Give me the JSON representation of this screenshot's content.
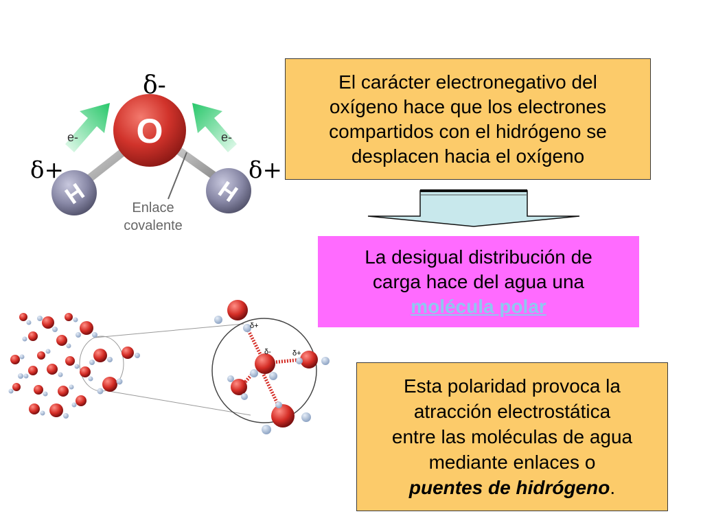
{
  "water_molecule": {
    "oxygen_label": "O",
    "hydrogen_label": "H",
    "delta_minus": "δ-",
    "delta_plus_left": "δ+",
    "delta_plus_right": "δ+",
    "electron_left": "e-",
    "electron_right": "e-",
    "bond_label_line1": "Enlace",
    "bond_label_line2": "covalente"
  },
  "box1": {
    "line1": "El carácter electronegativo del",
    "line2": "oxígeno hace que los electrones",
    "line3": "compartidos con el hidrógeno se",
    "line4": "desplacen hacia el oxígeno"
  },
  "box2": {
    "line1": "La desigual distribución de",
    "line2": "carga hace del agua una",
    "link": "molécula polar"
  },
  "box3": {
    "line1": "Esta polaridad provoca la",
    "line2": "atracción electrostática",
    "line3": "entre las moléculas de agua",
    "line4": "mediante enlaces o",
    "emphasis": "puentes de hidrógeno",
    "period": "."
  },
  "hbond_diagram": {
    "delta_minus": "δ-",
    "delta_plus_a": "δ+",
    "delta_plus_b": "δ+"
  },
  "colors": {
    "orange_box": "#fccb6a",
    "pink_box": "#ff6bff",
    "link": "#8ec8f0",
    "arrow_fill": "#c8e8ec",
    "oxygen": "#d4322c",
    "hydrogen": "#8a8aa8",
    "electron_arrow": "#2ecc71"
  }
}
